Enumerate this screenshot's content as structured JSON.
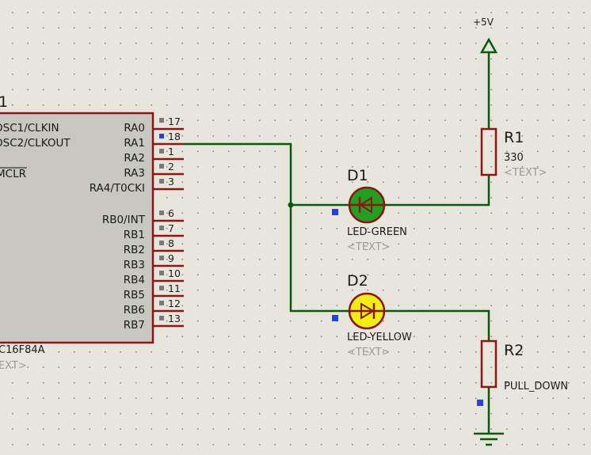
{
  "power": {
    "label": "+5V"
  },
  "mcu": {
    "ref_fragment": "1",
    "part_fragment": "C16F84A",
    "text_fragment": "EXT>",
    "left_pins": [
      {
        "label": "OSC1/CLKIN"
      },
      {
        "label": "OSC2/CLKOUT"
      },
      {
        "label": "MCLR"
      }
    ],
    "port_a": [
      {
        "name": "RA0",
        "pin": "17",
        "connected": false
      },
      {
        "name": "RA1",
        "pin": "18",
        "connected": true
      },
      {
        "name": "RA2",
        "pin": "1",
        "connected": false
      },
      {
        "name": "RA3",
        "pin": "2",
        "connected": false
      },
      {
        "name": "RA4/T0CKI",
        "pin": "3",
        "connected": false
      }
    ],
    "port_b": [
      {
        "name": "RB0/INT",
        "pin": "6"
      },
      {
        "name": "RB1",
        "pin": "7"
      },
      {
        "name": "RB2",
        "pin": "8"
      },
      {
        "name": "RB3",
        "pin": "9"
      },
      {
        "name": "RB4",
        "pin": "10"
      },
      {
        "name": "RB5",
        "pin": "11"
      },
      {
        "name": "RB6",
        "pin": "12"
      },
      {
        "name": "RB7",
        "pin": "13"
      }
    ]
  },
  "d1": {
    "ref": "D1",
    "value": "LED-GREEN",
    "text": "<TEXT>",
    "color": "#22a022"
  },
  "d2": {
    "ref": "D2",
    "value": "LED-YELLOW",
    "text": "<TEXT>",
    "color": "#f2ee10"
  },
  "r1": {
    "ref": "R1",
    "value": "330",
    "text": "<TEXT>"
  },
  "r2": {
    "ref": "R2",
    "value": "PULL_DOWN"
  },
  "colors": {
    "wire": "#0b5a0b",
    "component": "#8b1616",
    "chip_fill": "#c8c8c0",
    "pin_marker_connected": "#2244dd",
    "pin_marker_unconnected": "#7a7a7a"
  }
}
